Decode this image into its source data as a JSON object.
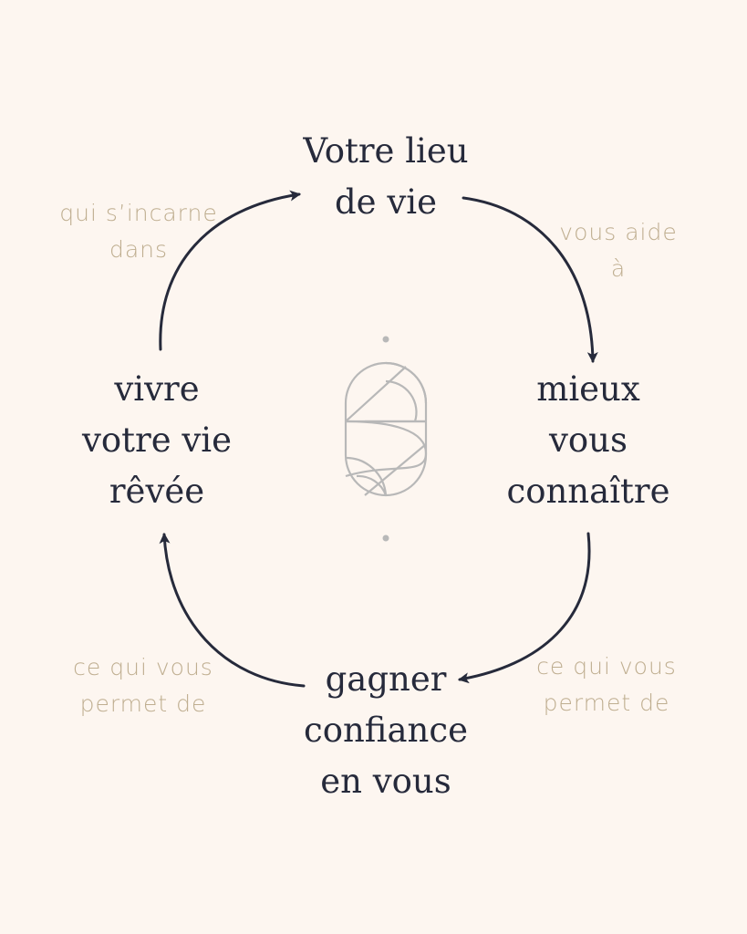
{
  "nodes": {
    "top": [
      "Votre lieu",
      "de vie"
    ],
    "right": [
      "mieux",
      "vous",
      "connaître"
    ],
    "bottom": [
      "gagner",
      "confiance",
      "en vous"
    ],
    "left": [
      "vivre",
      "votre vie",
      "rêvée"
    ]
  },
  "connectors": {
    "top_right": [
      "vous aide",
      "à"
    ],
    "bottom_right": [
      "ce qui vous",
      "permet de"
    ],
    "bottom_left": [
      "ce qui vous",
      "permet de"
    ],
    "top_left": [
      "qui s’incarne",
      "dans"
    ]
  },
  "colors": {
    "background": "#fdf6f0",
    "node_text": "#262a3b",
    "connector_text": "#bfae90",
    "arrow": "#262a3b",
    "logo": "#b8b8b8"
  },
  "icons": {
    "center": "monogram-logo"
  }
}
